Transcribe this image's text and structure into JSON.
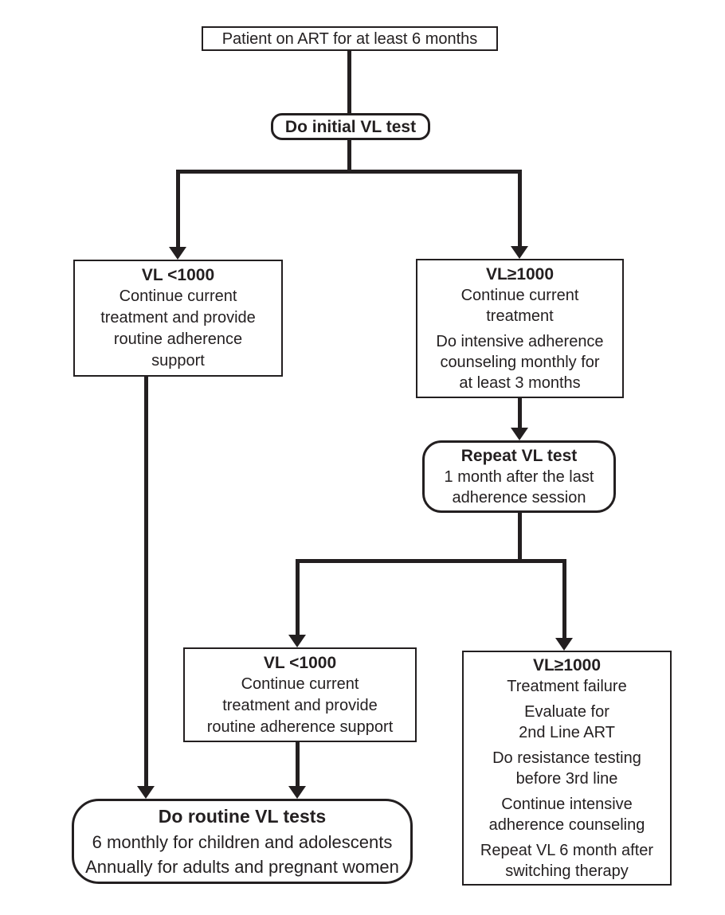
{
  "colors": {
    "ink": "#231f20",
    "background": "#ffffff"
  },
  "nodes": {
    "patient": {
      "text": "Patient on ART for at least 6 months"
    },
    "initial_vl_test": {
      "title": "Do initial VL test"
    },
    "vl_under_1000_first": {
      "title": "VL <1000",
      "lines": [
        "Continue current",
        "treatment and provide",
        "routine adherence",
        "support"
      ]
    },
    "vl_over_1000_first": {
      "title": "VL≥1000",
      "lines": [
        "Continue current",
        "treatment",
        "Do intensive adherence",
        "counseling monthly for",
        "at least 3 months"
      ]
    },
    "repeat_vl_test": {
      "title": "Repeat VL test",
      "lines": [
        "1 month after the last",
        "adherence session"
      ]
    },
    "vl_under_1000_second": {
      "title": "VL <1000",
      "lines": [
        "Continue current",
        "treatment and provide",
        "routine adherence support"
      ]
    },
    "vl_over_1000_second": {
      "title": "VL≥1000",
      "lines": [
        "Treatment failure",
        "Evaluate for",
        "2nd Line ART",
        "Do resistance testing",
        "before 3rd line",
        "Continue intensive",
        "adherence counseling",
        "Repeat VL 6 month after",
        "switching therapy"
      ]
    },
    "routine_vl_tests": {
      "title": "Do routine VL tests",
      "lines": [
        "6 monthly for children and adolescents",
        "Annually for adults and pregnant women"
      ]
    }
  }
}
